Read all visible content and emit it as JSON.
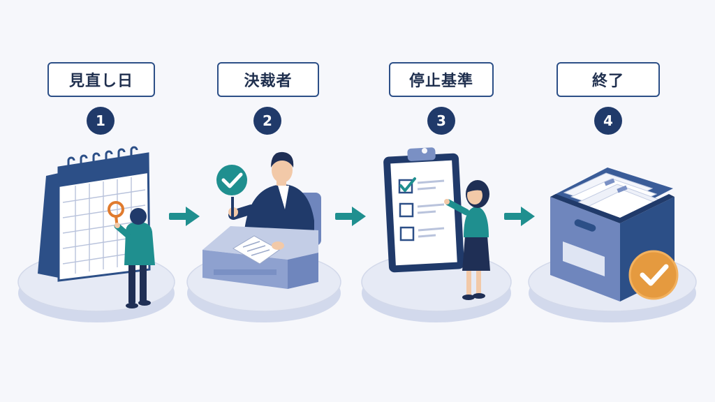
{
  "steps": [
    {
      "number": "1",
      "label": "見直し日",
      "icon": "calendar-review-icon"
    },
    {
      "number": "2",
      "label": "決裁者",
      "icon": "approver-icon"
    },
    {
      "number": "3",
      "label": "停止基準",
      "icon": "checklist-icon"
    },
    {
      "number": "4",
      "label": "終了",
      "icon": "archive-box-icon"
    }
  ],
  "colors": {
    "navy": "#2c4f87",
    "dark_navy": "#203a6a",
    "teal": "#1f8f8f",
    "orange": "#e59a3f",
    "platform": "#dfe5f3"
  }
}
